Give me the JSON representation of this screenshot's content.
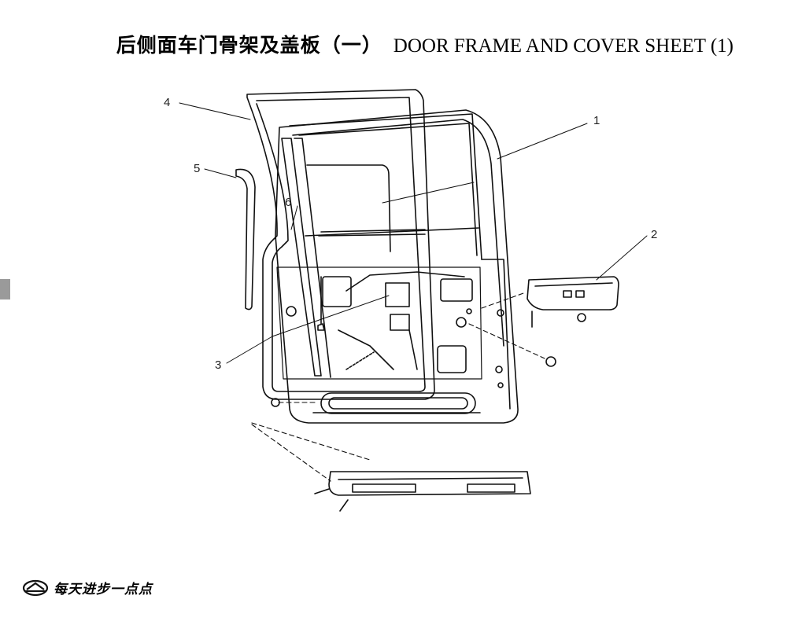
{
  "header": {
    "title_cn": "后侧面车门骨架及盖板（一）",
    "title_en": "DOOR FRAME AND COVER SHEET (1)"
  },
  "diagram": {
    "callouts": [
      "1",
      "2",
      "3",
      "4",
      "5",
      "6"
    ]
  },
  "footer": {
    "logo_icon": "brand-logo-icon",
    "slogan": "每天进步一点点"
  }
}
